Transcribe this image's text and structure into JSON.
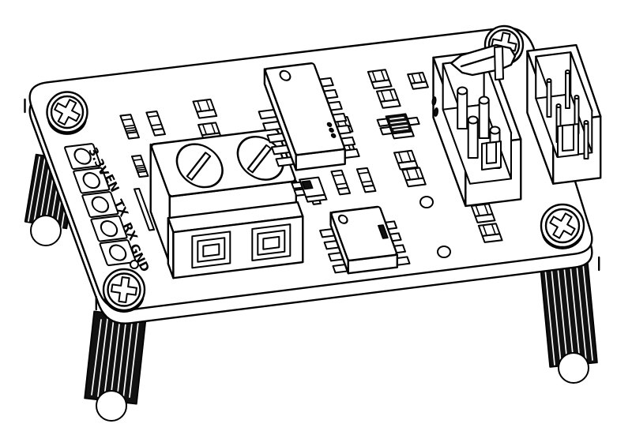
{
  "figure": {
    "type": "isometric technical line drawing",
    "subject": "PCB serial adapter module on knurled standoff legs",
    "background_color": "#ffffff",
    "line_color": "#000000"
  },
  "board": {
    "pin_labels": [
      "3.3V",
      "EN",
      "TX",
      "RX",
      "GND"
    ]
  },
  "components": {
    "screw_terminal": "2-position screw terminal block",
    "ic_large": "SOIC-14 integrated circuit",
    "ic_small": "SOIC-8 integrated circuit",
    "transistor": "SOT-23 device",
    "connector_left": "4-pin socket header",
    "connector_right": "shrouded blade connector",
    "screws": "Phillips mounting screws",
    "legs": "knurled standoff legs",
    "passives": "SMD chip components"
  }
}
